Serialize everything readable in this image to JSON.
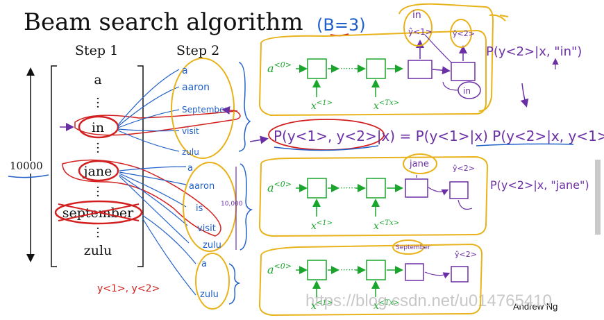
{
  "title": "Beam search algorithm",
  "beam_width": "(B=3)",
  "step1": {
    "label": "Step 1",
    "vocab_top": "a",
    "vocab_in": "in",
    "vocab_jane": "jane",
    "vocab_september": "september",
    "vocab_bottom": "zulu",
    "vocab_size": "10000",
    "note": "y<1>, y<2>"
  },
  "step2": {
    "label": "Step 2",
    "group_in": [
      "a",
      "aaron",
      "September",
      "visit",
      "zulu"
    ],
    "group_jane": [
      "a",
      "aaron",
      "is",
      "visit",
      "zulu"
    ],
    "group_september": [
      "a",
      "zulu"
    ],
    "count": "10,000"
  },
  "network": {
    "a0_base": "a",
    "a0_sup": "<0>",
    "x1_base": "x",
    "x1_sup": "<1>",
    "xT_base": "x",
    "xT_sup": "<Tx>",
    "dots": "······",
    "in_label": "in",
    "jane_label": "jane",
    "september_label": "September"
  },
  "annotations": {
    "p_y2_given_in": "P(y<2>|x, \"in\")",
    "p_joint": "P(y<1>, y<2>|x) = P(y<1>|x) P(y<2>|x, y<1>)",
    "p_y2_given_jane": "P(y<2>|x, \"jane\")",
    "yhat2": "ŷ<2>",
    "yhat1": "ŷ<1>"
  },
  "author": "Andrew Ng",
  "watermark": "https://blog.csdn.net/u014765410",
  "colors": {
    "green": "#1aa52c",
    "blue": "#1f5fc9",
    "purple": "#6a2fa5",
    "red": "#d21f1f",
    "yellow": "#e8b21a"
  }
}
